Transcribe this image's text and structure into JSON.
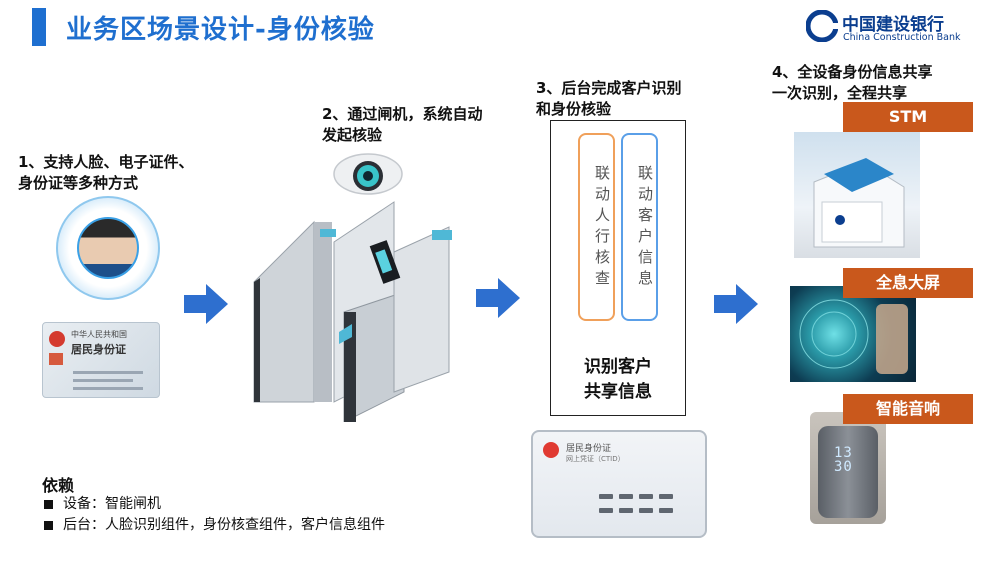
{
  "page": {
    "title": "业务区场景设计-身份核验"
  },
  "logo": {
    "name_cn": "中国建设银行",
    "name_en": "China Construction Bank"
  },
  "steps": {
    "step1": "1、支持人脸、电子证件、身份证等多种方式",
    "step2": "2、通过闸机，系统自动发起核验",
    "step3": "3、后台完成客户识别和身份核验",
    "step4_line1": "4、全设备身份信息共享",
    "step4_line2": "一次识别，全程共享"
  },
  "backend": {
    "pill_left": "联动人行核查",
    "pill_right": "联动客户信息",
    "caption_line1": "识别客户",
    "caption_line2": "共享信息"
  },
  "ctid_card": {
    "title": "居民身份证",
    "subtitle": "网上凭证（CTID）"
  },
  "devices": {
    "stm": "STM",
    "screen": "全息大屏",
    "speaker": "智能音响",
    "speaker_display_line1": "13",
    "speaker_display_line2": "30"
  },
  "dependencies": {
    "title": "依赖",
    "items": [
      "设备：智能闸机",
      "后台：人脸识别组件，身份核查组件，客户信息组件"
    ]
  },
  "id_card_face": {
    "country": "中华人民共和国",
    "card_name": "居民身份证"
  },
  "colors": {
    "title_blue": "#1f6fcf",
    "arrow_blue": "#2e6fcf",
    "badge_orange": "#c9581c",
    "pill_orange": "#f0a05a",
    "pill_blue": "#5a9fe8"
  },
  "icons": [
    "face-scan-icon",
    "id-card-icon",
    "arrow-right-icon",
    "security-camera-icon",
    "turnstile-gate-icon",
    "ccb-logo-icon"
  ]
}
